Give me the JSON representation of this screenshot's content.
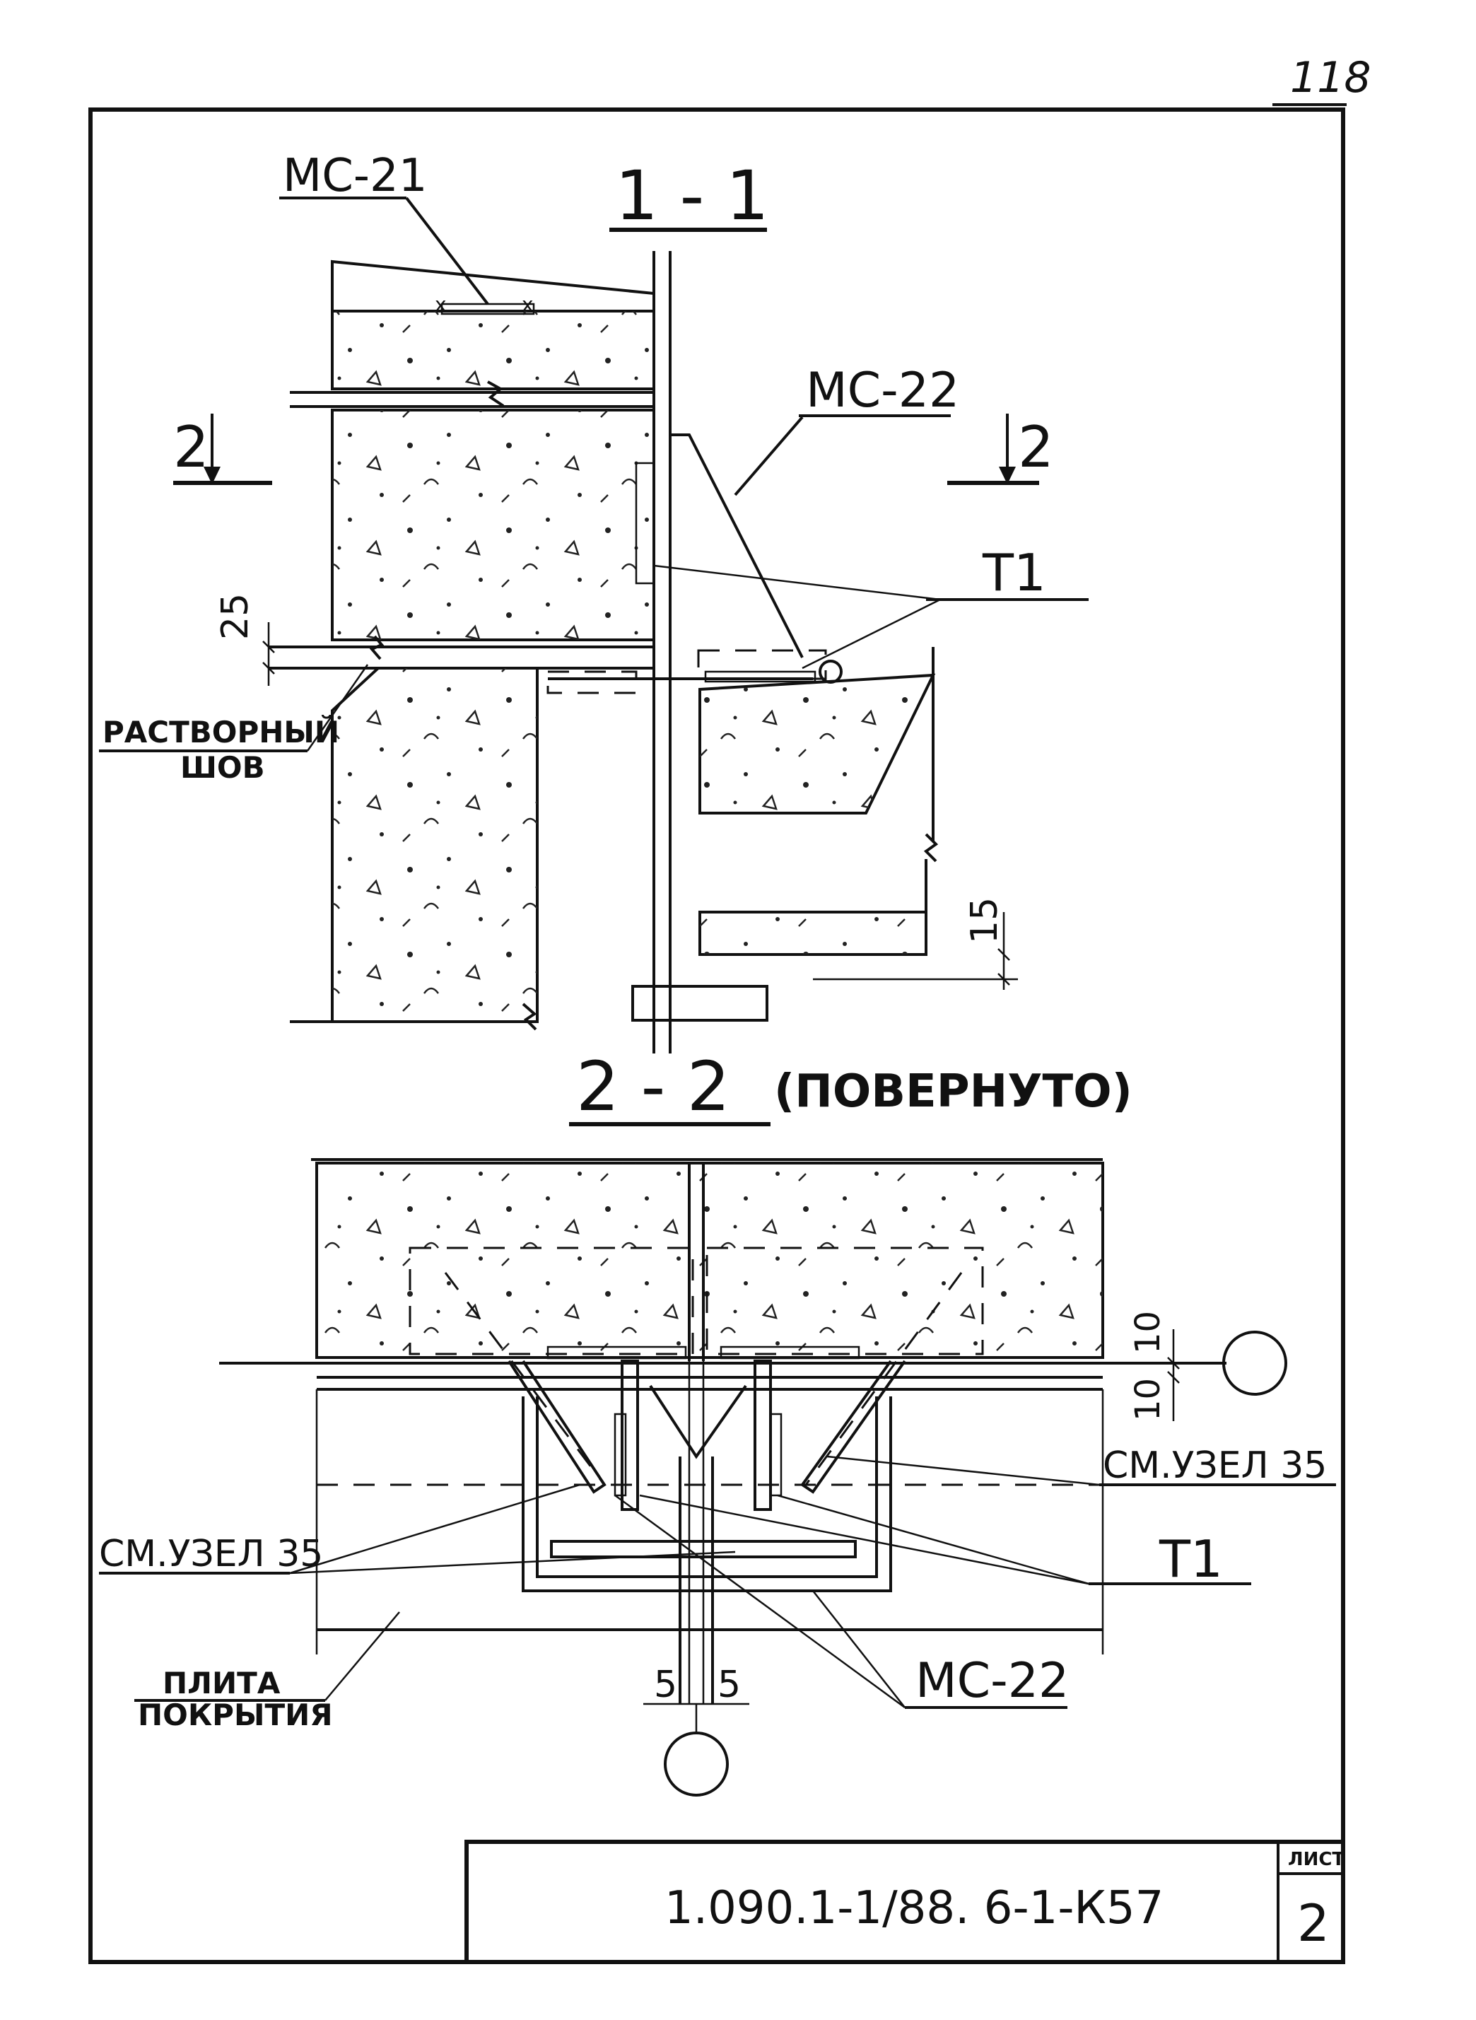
{
  "page_number": "118",
  "sections": {
    "s1": {
      "title": "1 - 1",
      "cut_left": "2",
      "cut_right": "2"
    },
    "s2": {
      "title": "2 - 2",
      "note": "(ПОВЕРНУТО)"
    }
  },
  "labels": {
    "ms21": "МС-21",
    "ms22_top": "МС-22",
    "t1_top": "Т1",
    "mortar_1": "РАСТВОРНЫЙ",
    "mortar_2": "ШОВ",
    "see_node_right": "СМ.УЗЕЛ 35",
    "see_node_left": "СМ.УЗЕЛ 35",
    "t1_bottom": "Т1",
    "slab_1": "ПЛИТА",
    "slab_2": "ПОКРЫТИЯ",
    "ms22_bottom": "МС-22"
  },
  "dimensions": {
    "d25": "25",
    "d15": "15",
    "d10a": "10",
    "d10b": "10",
    "d5a": "5",
    "d5b": "5"
  },
  "title_block": {
    "code": "1.090.1-1/88. 6-1-К57",
    "sheet_label": "ЛИСТ",
    "sheet_number": "2"
  }
}
